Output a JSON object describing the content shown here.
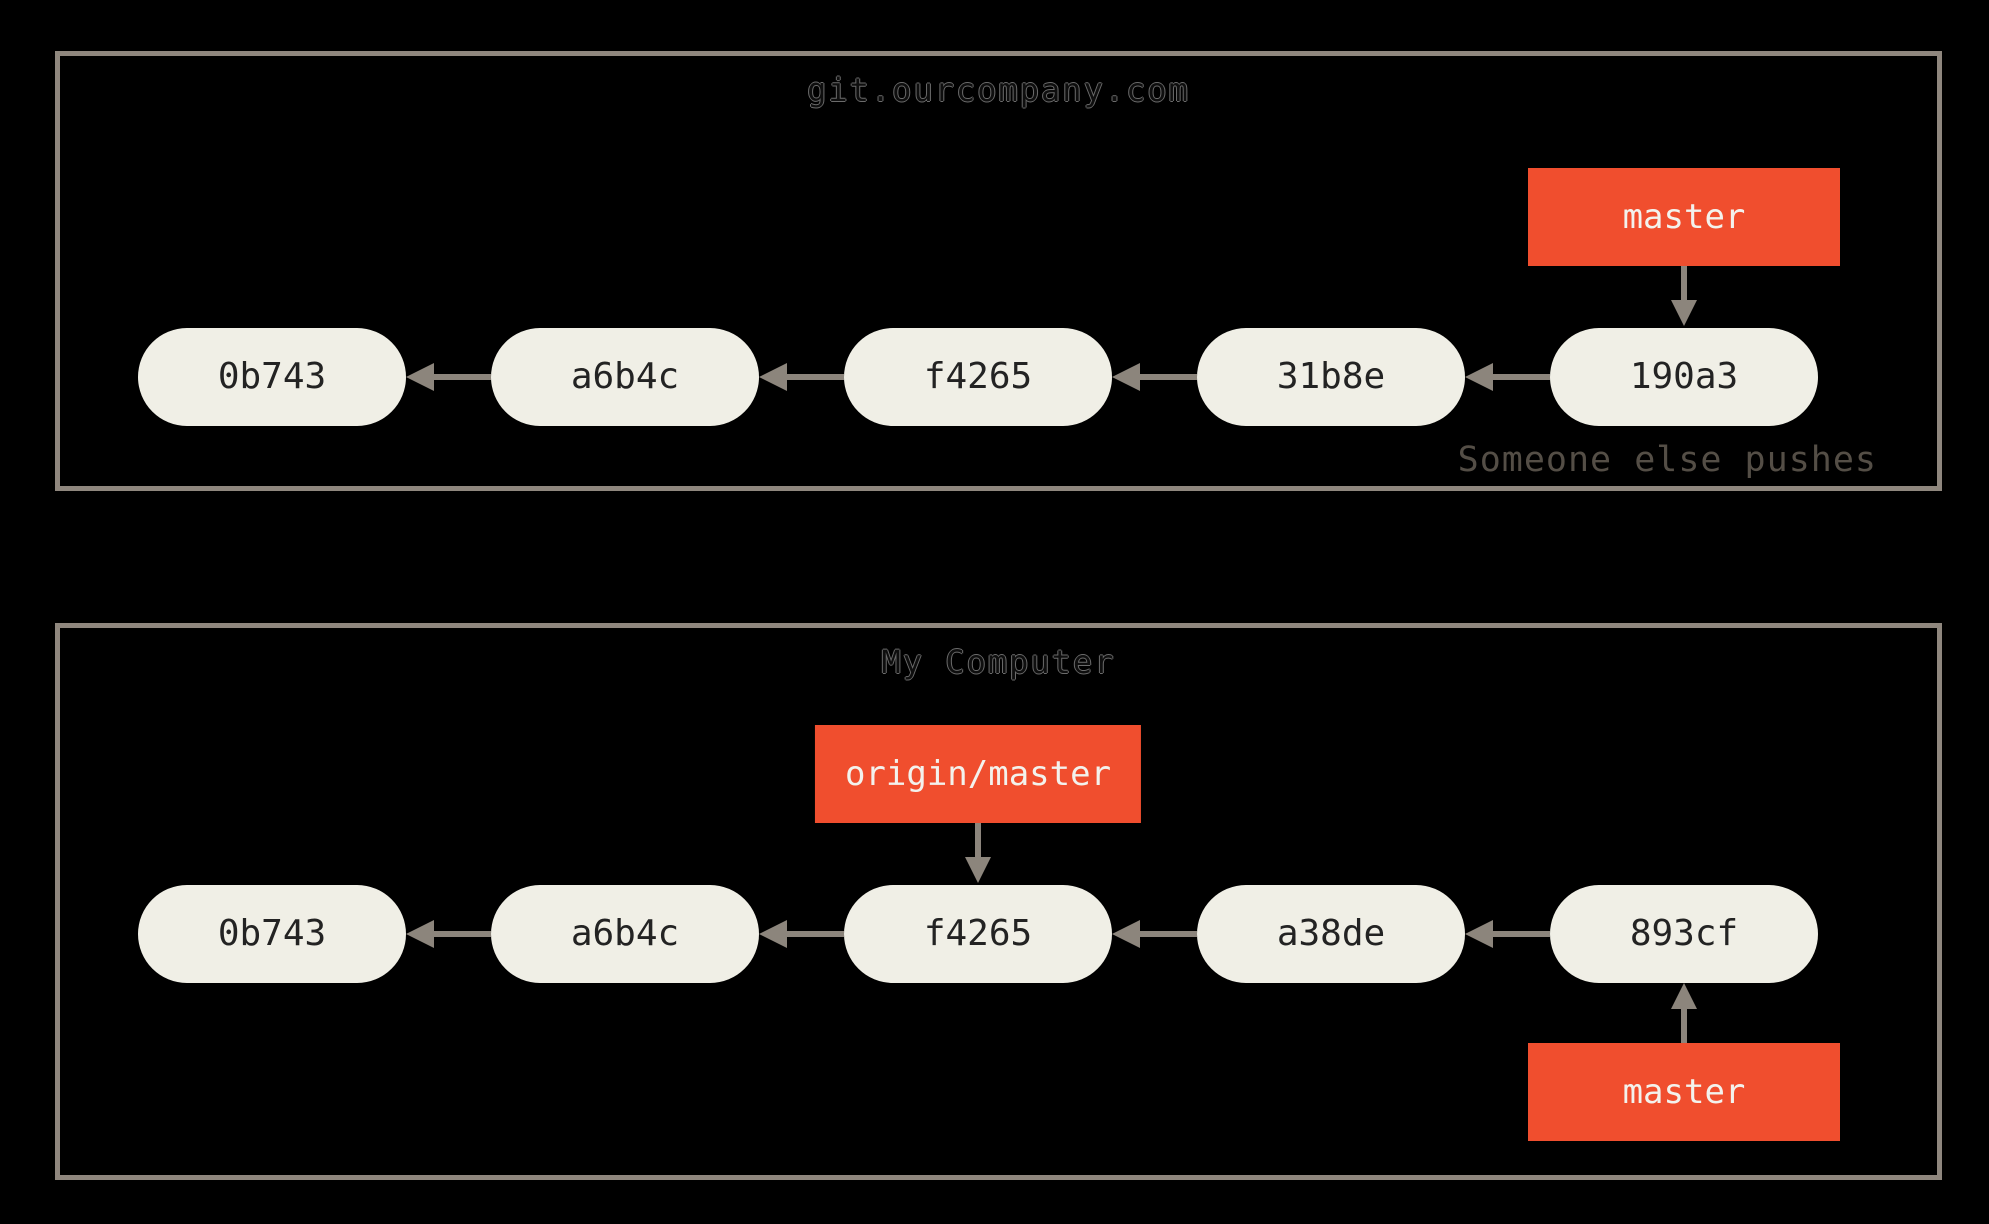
{
  "diagram": {
    "kind": "git-commit-history",
    "boxes": [
      {
        "name": "remote",
        "title": "git.ourcompany.com",
        "caption": "Someone else pushes",
        "commits": [
          "0b743",
          "a6b4c",
          "f4265",
          "31b8e",
          "190a3"
        ],
        "arrows_between_commits": "each commit points left to its parent",
        "branches": [
          {
            "label": "master",
            "commit": "190a3",
            "commit_index": 4,
            "position": "above"
          }
        ]
      },
      {
        "name": "local",
        "title": "My Computer",
        "caption": "",
        "commits": [
          "0b743",
          "a6b4c",
          "f4265",
          "a38de",
          "893cf"
        ],
        "arrows_between_commits": "each commit points left to its parent",
        "branches": [
          {
            "label": "origin/master",
            "commit": "f4265",
            "commit_index": 2,
            "position": "above"
          },
          {
            "label": "master",
            "commit": "893cf",
            "commit_index": 4,
            "position": "below"
          }
        ]
      }
    ]
  },
  "colors": {
    "background": "#000000",
    "box_border": "#8f877e",
    "arrow": "#8c857c",
    "commit_fill": "#f0efe6",
    "commit_text": "#232323",
    "branch_fill": "#f04e2e",
    "branch_text": "#f3f2ed",
    "caption_text": "#544e46",
    "title_fill": "#0e0e0e",
    "title_outline": "#6b6b6b"
  }
}
